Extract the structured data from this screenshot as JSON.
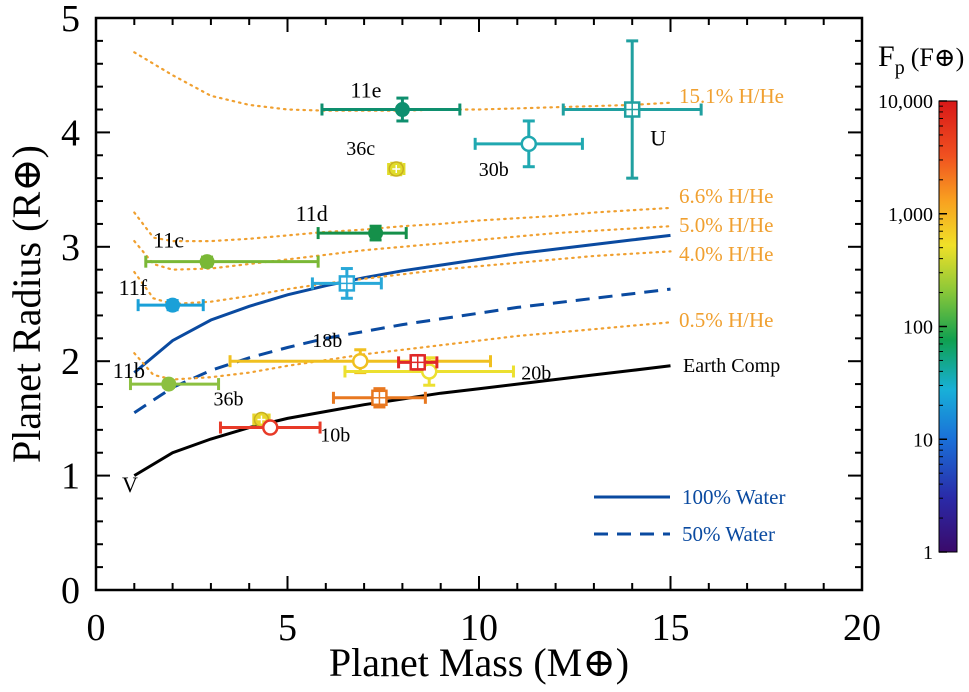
{
  "chart_data": {
    "type": "scatter",
    "xlabel": "Planet Mass (M⊕)",
    "ylabel": "Planet Radius (R⊕)",
    "xlim": [
      0,
      20
    ],
    "ylim": [
      0,
      5
    ],
    "x_ticks": [
      "0",
      "5",
      "10",
      "15",
      "20"
    ],
    "y_ticks": [
      "0",
      "1",
      "2",
      "3",
      "4",
      "5"
    ],
    "colorbar": {
      "title": "F",
      "title_sub": "p",
      "title_unit": "(F⊕)",
      "scale": "log",
      "range": [
        1,
        10000
      ],
      "tick_labels": [
        "1",
        "10",
        "100",
        "1,000",
        "10,000"
      ]
    },
    "curves": [
      {
        "name": "Earth Comp",
        "style": "solid",
        "color": "#000000",
        "x": [
          1,
          2,
          3,
          4,
          5,
          6,
          7,
          8,
          9,
          10,
          11,
          12,
          13,
          14,
          15
        ],
        "y": [
          1.0,
          1.2,
          1.32,
          1.42,
          1.5,
          1.56,
          1.62,
          1.67,
          1.72,
          1.76,
          1.8,
          1.84,
          1.88,
          1.92,
          1.96
        ]
      },
      {
        "name": "100% Water",
        "style": "solid",
        "color": "#0a4aa0",
        "x": [
          1,
          2,
          3,
          4,
          5,
          6,
          7,
          8,
          9,
          10,
          11,
          12,
          13,
          14,
          15
        ],
        "y": [
          1.9,
          2.18,
          2.36,
          2.48,
          2.58,
          2.66,
          2.73,
          2.79,
          2.84,
          2.89,
          2.94,
          2.98,
          3.02,
          3.06,
          3.1
        ]
      },
      {
        "name": "50% Water",
        "style": "dashed",
        "color": "#0a4aa0",
        "x": [
          1,
          2,
          3,
          4,
          5,
          6,
          7,
          8,
          9,
          10,
          11,
          12,
          13,
          14,
          15
        ],
        "y": [
          1.55,
          1.77,
          1.92,
          2.03,
          2.12,
          2.2,
          2.26,
          2.32,
          2.37,
          2.42,
          2.47,
          2.51,
          2.55,
          2.59,
          2.63
        ]
      },
      {
        "name": "0.5% H/He",
        "style": "dotted",
        "color": "#f0a030",
        "x": [
          1,
          1.5,
          2,
          3,
          4,
          5,
          6,
          7,
          8,
          9,
          10,
          11,
          12,
          13,
          14,
          15
        ],
        "y": [
          2.07,
          1.88,
          1.84,
          1.86,
          1.9,
          1.96,
          2.01,
          2.06,
          2.1,
          2.14,
          2.18,
          2.22,
          2.25,
          2.28,
          2.31,
          2.34
        ]
      },
      {
        "name": "4.0% H/He",
        "style": "dotted",
        "color": "#f0a030",
        "x": [
          1,
          1.5,
          2,
          3,
          4,
          5,
          6,
          7,
          8,
          9,
          10,
          11,
          12,
          13,
          14,
          15
        ],
        "y": [
          2.78,
          2.55,
          2.5,
          2.52,
          2.57,
          2.63,
          2.68,
          2.72,
          2.76,
          2.8,
          2.83,
          2.86,
          2.89,
          2.92,
          2.94,
          2.96
        ]
      },
      {
        "name": "5.0% H/He",
        "style": "dotted",
        "color": "#f0a030",
        "x": [
          1,
          1.5,
          2,
          3,
          4,
          5,
          6,
          7,
          8,
          9,
          10,
          11,
          12,
          13,
          14,
          15
        ],
        "y": [
          3.05,
          2.85,
          2.8,
          2.81,
          2.85,
          2.89,
          2.93,
          2.97,
          3.0,
          3.03,
          3.06,
          3.09,
          3.12,
          3.14,
          3.16,
          3.18
        ]
      },
      {
        "name": "6.6% H/He",
        "style": "dotted",
        "color": "#f0a030",
        "x": [
          1,
          1.5,
          2,
          3,
          4,
          5,
          6,
          7,
          8,
          9,
          10,
          11,
          12,
          13,
          14,
          15
        ],
        "y": [
          3.3,
          3.08,
          3.05,
          3.05,
          3.07,
          3.1,
          3.13,
          3.15,
          3.18,
          3.2,
          3.23,
          3.25,
          3.27,
          3.3,
          3.32,
          3.34
        ]
      },
      {
        "name": "15.1% H/He",
        "style": "dotted",
        "color": "#f0a030",
        "x": [
          1,
          2,
          3,
          4,
          5,
          6,
          7,
          8,
          9,
          10,
          11,
          12,
          13,
          14,
          15
        ],
        "y": [
          4.7,
          4.5,
          4.32,
          4.24,
          4.2,
          4.19,
          4.19,
          4.19,
          4.2,
          4.2,
          4.21,
          4.22,
          4.23,
          4.24,
          4.26
        ]
      }
    ],
    "curve_labels": [
      "15.1% H/He",
      "6.6% H/He",
      "5.0% H/He",
      "4.0% H/He",
      "0.5% H/He",
      "Earth Comp"
    ],
    "legend": [
      {
        "label": "100% Water",
        "style": "solid",
        "color": "#0a4aa0"
      },
      {
        "label": "50% Water",
        "style": "dashed",
        "color": "#0a4aa0"
      }
    ],
    "legend_position": "bottom-right",
    "points": [
      {
        "label": "11e",
        "mass": 8.0,
        "radius": 4.2,
        "mass_err": [
          2.1,
          1.5
        ],
        "radius_err": [
          0.1,
          0.1
        ],
        "marker": "filled-circle",
        "color": "#0e8f6e"
      },
      {
        "label": "11d",
        "mass": 7.3,
        "radius": 3.12,
        "mass_err": [
          1.5,
          0.8
        ],
        "radius_err": [
          0.06,
          0.06
        ],
        "marker": "filled-circle",
        "color": "#15904a"
      },
      {
        "label": "11c",
        "mass": 2.9,
        "radius": 2.87,
        "mass_err": [
          1.6,
          2.9
        ],
        "radius_err": [
          0.04,
          0.04
        ],
        "marker": "filled-circle",
        "color": "#7ab836"
      },
      {
        "label": "11f",
        "mass": 2.0,
        "radius": 2.49,
        "mass_err": [
          0.9,
          0.8
        ],
        "radius_err": [
          0.04,
          0.04
        ],
        "marker": "filled-circle",
        "color": "#1aa0d8"
      },
      {
        "label": "11b",
        "mass": 1.9,
        "radius": 1.8,
        "mass_err": [
          1.0,
          1.3
        ],
        "radius_err": [
          0.03,
          0.03
        ],
        "marker": "filled-circle",
        "color": "#8cc040"
      },
      {
        "label": "36c",
        "mass": 7.84,
        "radius": 3.68,
        "mass_err": [
          0.2,
          0.2
        ],
        "radius_err": [
          0.05,
          0.05
        ],
        "marker": "filled-circle-x",
        "color": "#e0dc28"
      },
      {
        "label": "36b",
        "mass": 4.32,
        "radius": 1.49,
        "mass_err": [
          0.2,
          0.2
        ],
        "radius_err": [
          0.04,
          0.04
        ],
        "marker": "filled-circle-x",
        "color": "#e8d62a"
      },
      {
        "label": "30b",
        "mass": 11.3,
        "radius": 3.9,
        "mass_err": [
          1.4,
          1.4
        ],
        "radius_err": [
          0.2,
          0.2
        ],
        "marker": "open-circle",
        "color": "#20a8b0"
      },
      {
        "label": "U",
        "mass": 14.0,
        "radius": 4.2,
        "mass_err": [
          1.8,
          1.8
        ],
        "radius_err": [
          0.6,
          0.6
        ],
        "marker": "open-square",
        "color": "#20a0a0"
      },
      {
        "label": "",
        "mass": 6.55,
        "radius": 2.68,
        "mass_err": [
          0.9,
          0.9
        ],
        "radius_err": [
          0.13,
          0.13
        ],
        "marker": "open-square",
        "color": "#28a8d8"
      },
      {
        "label": "18b",
        "mass": 6.9,
        "radius": 2.0,
        "mass_err": [
          3.4,
          3.4
        ],
        "radius_err": [
          0.1,
          0.1
        ],
        "marker": "open-circle",
        "color": "#f0c020"
      },
      {
        "label": "20b",
        "mass": 8.7,
        "radius": 1.91,
        "mass_err": [
          2.2,
          2.2
        ],
        "radius_err": [
          0.12,
          0.12
        ],
        "marker": "open-circle",
        "color": "#ece030"
      },
      {
        "label": "",
        "mass": 8.4,
        "radius": 1.99,
        "mass_err": [
          0.5,
          0.5
        ],
        "radius_err": [
          0.06,
          0.06
        ],
        "marker": "open-square",
        "color": "#e02828"
      },
      {
        "label": "",
        "mass": 7.4,
        "radius": 1.68,
        "mass_err": [
          1.2,
          1.2
        ],
        "radius_err": [
          0.08,
          0.08
        ],
        "marker": "open-square",
        "color": "#e87820"
      },
      {
        "label": "10b",
        "mass": 4.55,
        "radius": 1.42,
        "mass_err": [
          1.3,
          1.3
        ],
        "radius_err": [
          0.03,
          0.03
        ],
        "marker": "open-circle",
        "color": "#e83a28"
      }
    ],
    "annotations": [
      "V"
    ]
  }
}
